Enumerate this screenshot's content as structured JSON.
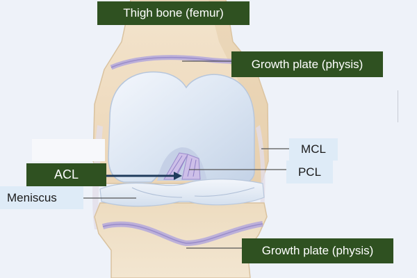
{
  "diagram": {
    "labels": {
      "femur": "Thigh bone (femur)",
      "growth_plate_top": "Growth plate (physis)",
      "mcl": "MCL",
      "acl": "ACL",
      "pcl": "PCL",
      "meniscus": "Meniscus",
      "growth_plate_bottom": "Growth plate (physis)"
    }
  },
  "colors": {
    "label_dark": "#2f5121",
    "label_light": "#deebf7",
    "leader_line": "#555555",
    "acl_arrow": "#1f3b5c",
    "bone": "#efdcc1",
    "cartilage": "#ccd9ea",
    "physis": "#b3a7dc"
  }
}
